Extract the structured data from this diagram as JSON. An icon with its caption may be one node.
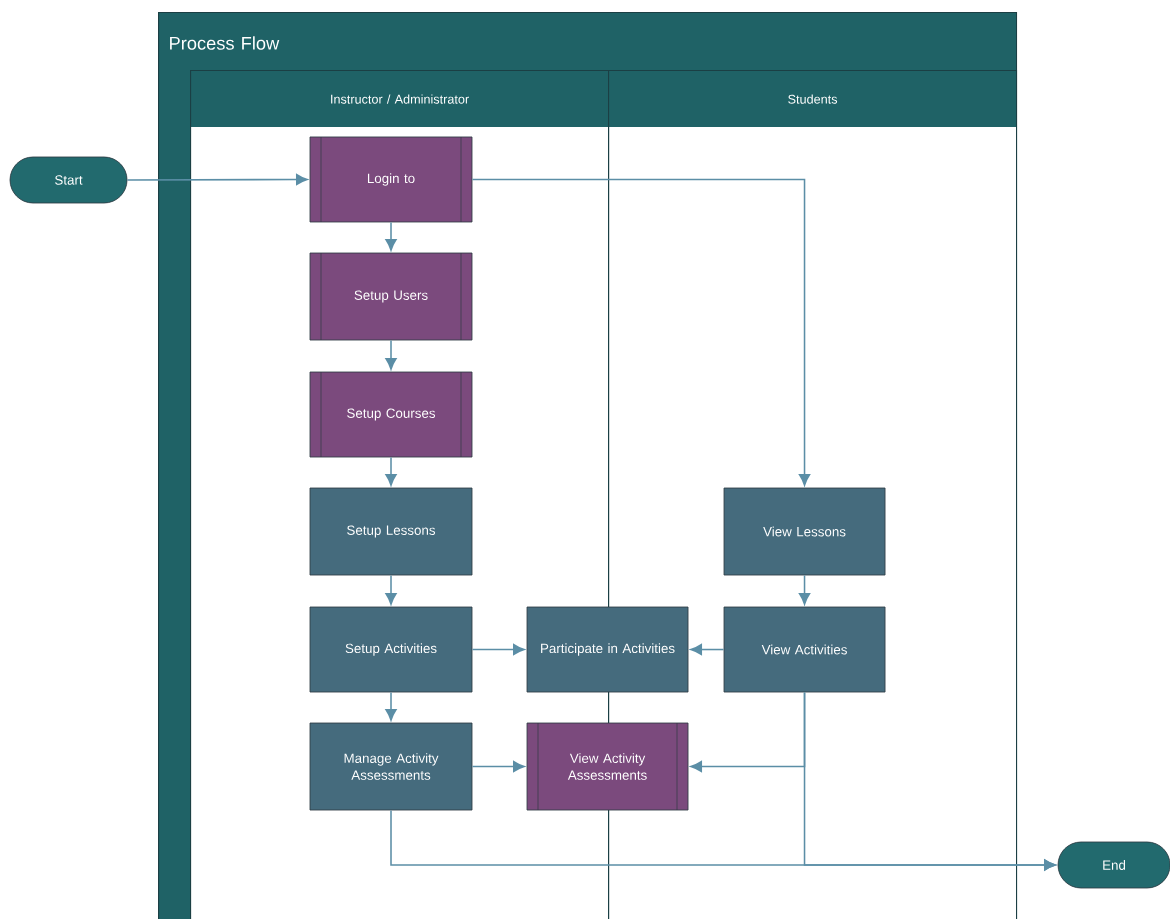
{
  "diagram": {
    "nodes": [
      {
        "text": [
          "Process Flow"
        ]
      },
      {
        "text": [
          "Instructor / Administrator"
        ],
        "in": 0
      },
      {
        "text": [
          "Students"
        ],
        "in": 0
      },
      {
        "text": [
          "Start"
        ]
      },
      {
        "text": [
          "Login to"
        ],
        "in": 1
      },
      {
        "text": [
          "Setup Users"
        ],
        "in": 1
      },
      {
        "text": [
          "Setup Courses"
        ],
        "in": 1
      },
      {
        "text": [
          "Setup Lessons"
        ],
        "in": 1
      },
      {
        "text": [
          "View Lessons"
        ],
        "in": 2
      },
      {
        "text": [
          "Setup Activities"
        ],
        "in": 1
      },
      {
        "text": [
          "Participate in Activities"
        ],
        "in": 0
      },
      {
        "text": [
          "View Activities"
        ],
        "in": 2
      },
      {
        "text": [
          "Manage Activity Assessments"
        ],
        "in": 1
      },
      {
        "text": [
          "View Activity Assessments"
        ],
        "in": 0
      },
      {
        "text": [
          "End"
        ]
      }
    ],
    "edges": [
      {
        "from": 3,
        "to": 4,
        "arrow": "to"
      },
      {
        "from": 4,
        "to": 5,
        "arrow": "to"
      },
      {
        "from": 4,
        "to": 8,
        "arrow": "to"
      },
      {
        "from": 5,
        "to": 6,
        "arrow": "to"
      },
      {
        "from": 6,
        "to": 7,
        "arrow": "to"
      },
      {
        "from": 7,
        "to": 9,
        "arrow": "to"
      },
      {
        "from": 8,
        "to": 11,
        "arrow": "to"
      },
      {
        "from": 9,
        "to": 10,
        "arrow": "to"
      },
      {
        "from": 11,
        "to": 10,
        "arrow": "to"
      },
      {
        "from": 9,
        "to": 12,
        "arrow": "to"
      },
      {
        "from": 12,
        "to": 13,
        "arrow": "to"
      },
      {
        "from": 11,
        "to": 13,
        "arrow": "to"
      },
      {
        "from": 12,
        "to": 14,
        "arrow": "to"
      },
      {
        "from": 11,
        "to": 14,
        "arrow": "to"
      }
    ]
  }
}
